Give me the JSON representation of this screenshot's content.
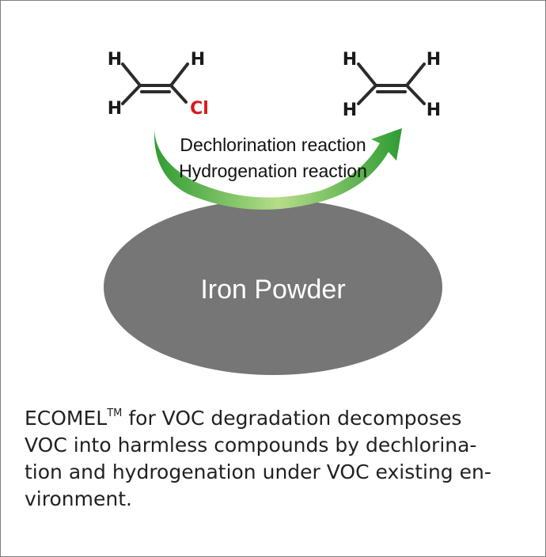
{
  "reactant": {
    "atoms": {
      "h1": "H",
      "h2": "H",
      "h3": "H",
      "cl": "Cl"
    }
  },
  "product": {
    "atoms": {
      "h1": "H",
      "h2": "H",
      "h3": "H",
      "h4": "H"
    }
  },
  "reaction_labels": {
    "line1": "Dechlorination reaction",
    "line2": "Hydrogenation reaction"
  },
  "catalyst_label": "Iron Powder",
  "caption": {
    "brand": "ECOMEL",
    "trademark": "TM",
    "line1_rest": " for VOC degradation decomposes",
    "line2": "VOC into harmless compounds by dechlorina-",
    "line3": "tion and hydrogenation under VOC existing en-",
    "line4": "vironment."
  },
  "colors": {
    "chlorine": "#d7191c",
    "atom": "#1a1a1a",
    "bond": "#2b2b2b",
    "arrow_light": "#b6dd8a",
    "arrow_dark": "#2f9c32",
    "powder": "#767676",
    "border": "#7f7f7f"
  }
}
